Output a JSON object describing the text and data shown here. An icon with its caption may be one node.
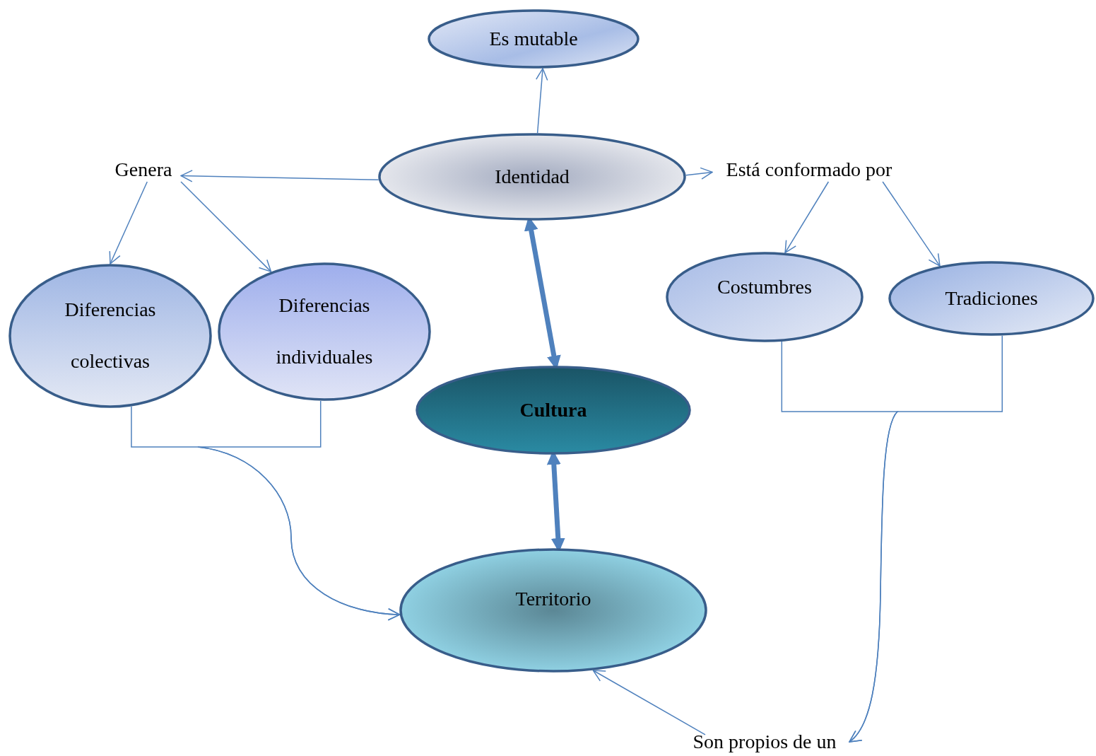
{
  "diagram": {
    "nodes": [
      {
        "text": [
          "Es mutable"
        ]
      },
      {
        "text": [
          "Identidad"
        ]
      },
      {
        "text": [
          "Genera"
        ]
      },
      {
        "text": [
          "Está conformado por"
        ]
      },
      {
        "text": [
          "Diferencias colectivas"
        ]
      },
      {
        "text": [
          "Diferencias individuales"
        ]
      },
      {
        "text": [
          "Cultura"
        ]
      },
      {
        "text": [
          "Costumbres"
        ]
      },
      {
        "text": [
          "Tradiciones"
        ]
      },
      {
        "text": [
          "Territorio"
        ]
      },
      {
        "text": [
          "Son propios de un"
        ]
      }
    ],
    "edges": [
      {
        "from": 1,
        "to": 0,
        "arrow": "to"
      },
      {
        "from": 1,
        "to": 2,
        "arrow": "to"
      },
      {
        "from": 1,
        "to": 3,
        "arrow": "to"
      },
      {
        "from": 2,
        "to": 4,
        "arrow": "to"
      },
      {
        "from": 2,
        "to": 5,
        "arrow": "to"
      },
      {
        "from": 3,
        "to": 7,
        "arrow": "to"
      },
      {
        "from": 3,
        "to": 8,
        "arrow": "to"
      },
      {
        "from": 1,
        "to": 6,
        "arrow": "both",
        "style": "thick"
      },
      {
        "from": 6,
        "to": 9,
        "arrow": "both",
        "style": "thick"
      },
      {
        "from": 4,
        "to": 9,
        "arrow": "to"
      },
      {
        "from": 5,
        "to": 9,
        "arrow": "to"
      },
      {
        "from": 7,
        "to": 10,
        "arrow": "to"
      },
      {
        "from": 8,
        "to": 10,
        "arrow": "to"
      },
      {
        "from": 10,
        "to": 9,
        "arrow": "to"
      }
    ]
  }
}
